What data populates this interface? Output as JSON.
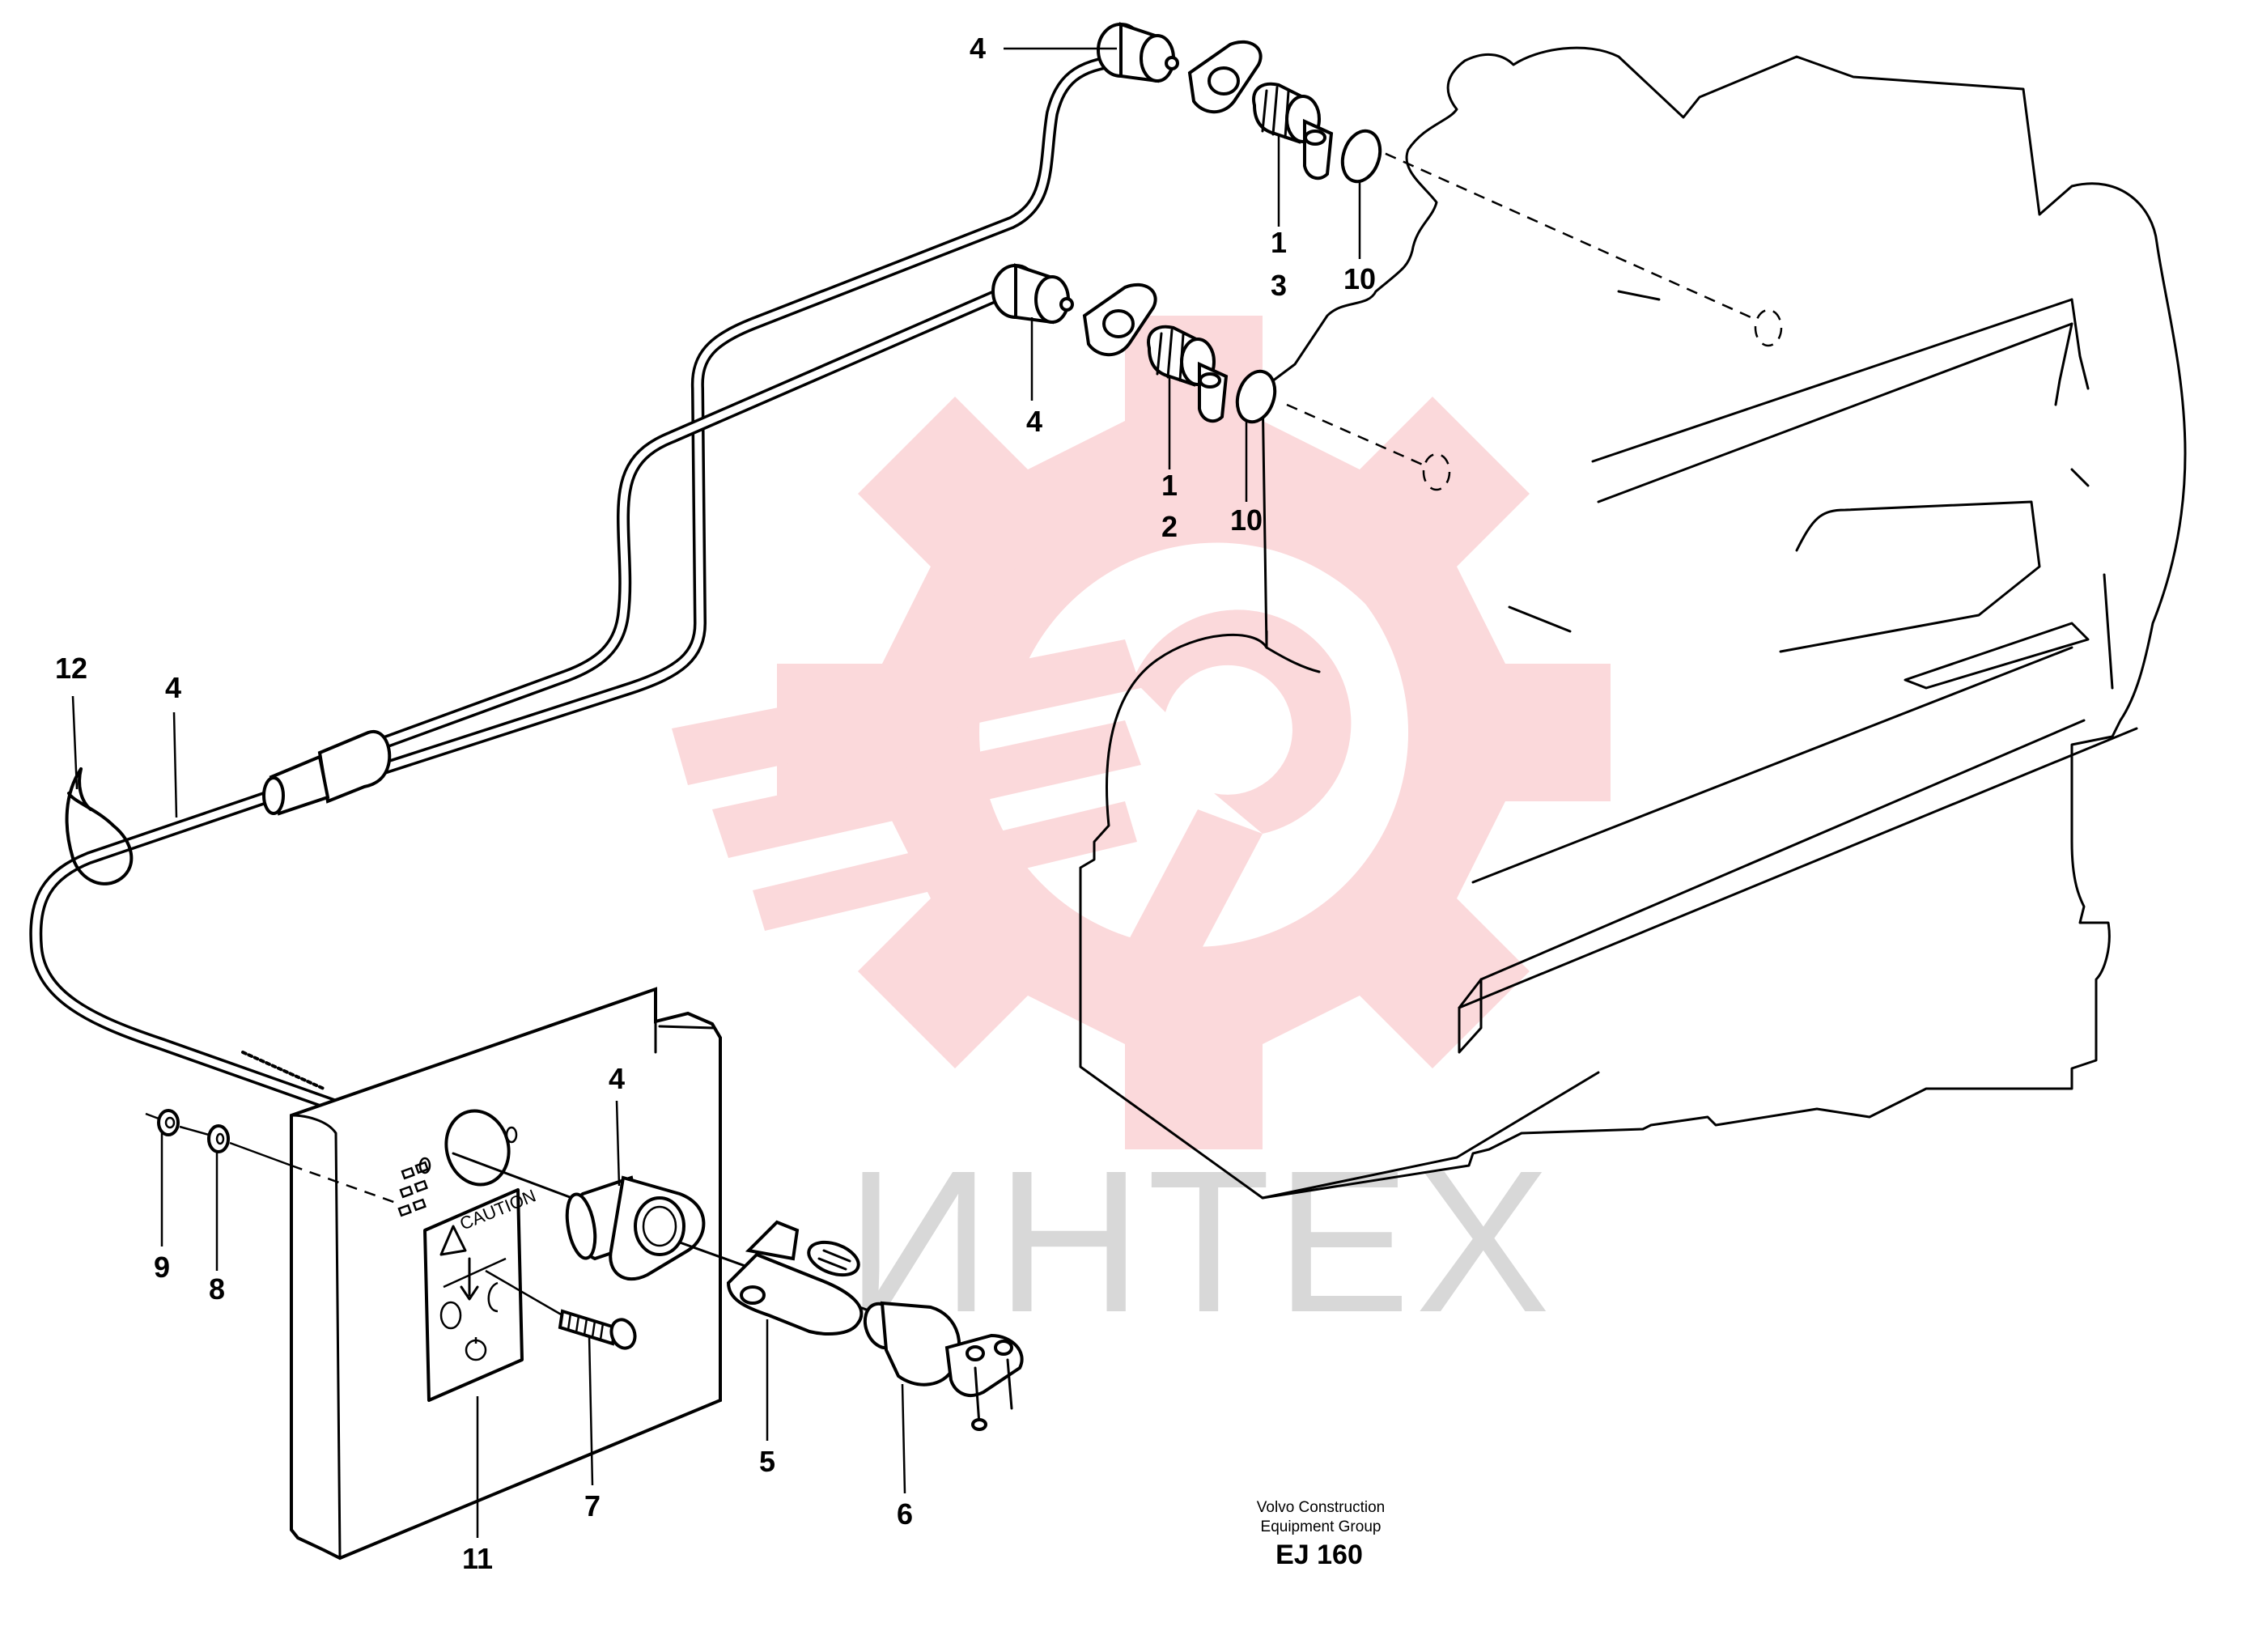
{
  "callouts": {
    "c4_top": "4",
    "c1_upper": "1",
    "c3": "3",
    "c10_upper": "10",
    "c4_mid": "4",
    "c1_lower": "1",
    "c2": "2",
    "c10_lower": "10",
    "c12": "12",
    "c4_left": "4",
    "c4_panel": "4",
    "c9": "9",
    "c8": "8",
    "c5": "5",
    "c6": "6",
    "c7": "7",
    "c11": "11"
  },
  "label_plate": {
    "caution_text": "CAUTION"
  },
  "watermark": {
    "text": "ИНТЕХ"
  },
  "footer": {
    "credit_line1": "Volvo Construction",
    "credit_line2": "Equipment Group",
    "code": "EJ 160"
  }
}
